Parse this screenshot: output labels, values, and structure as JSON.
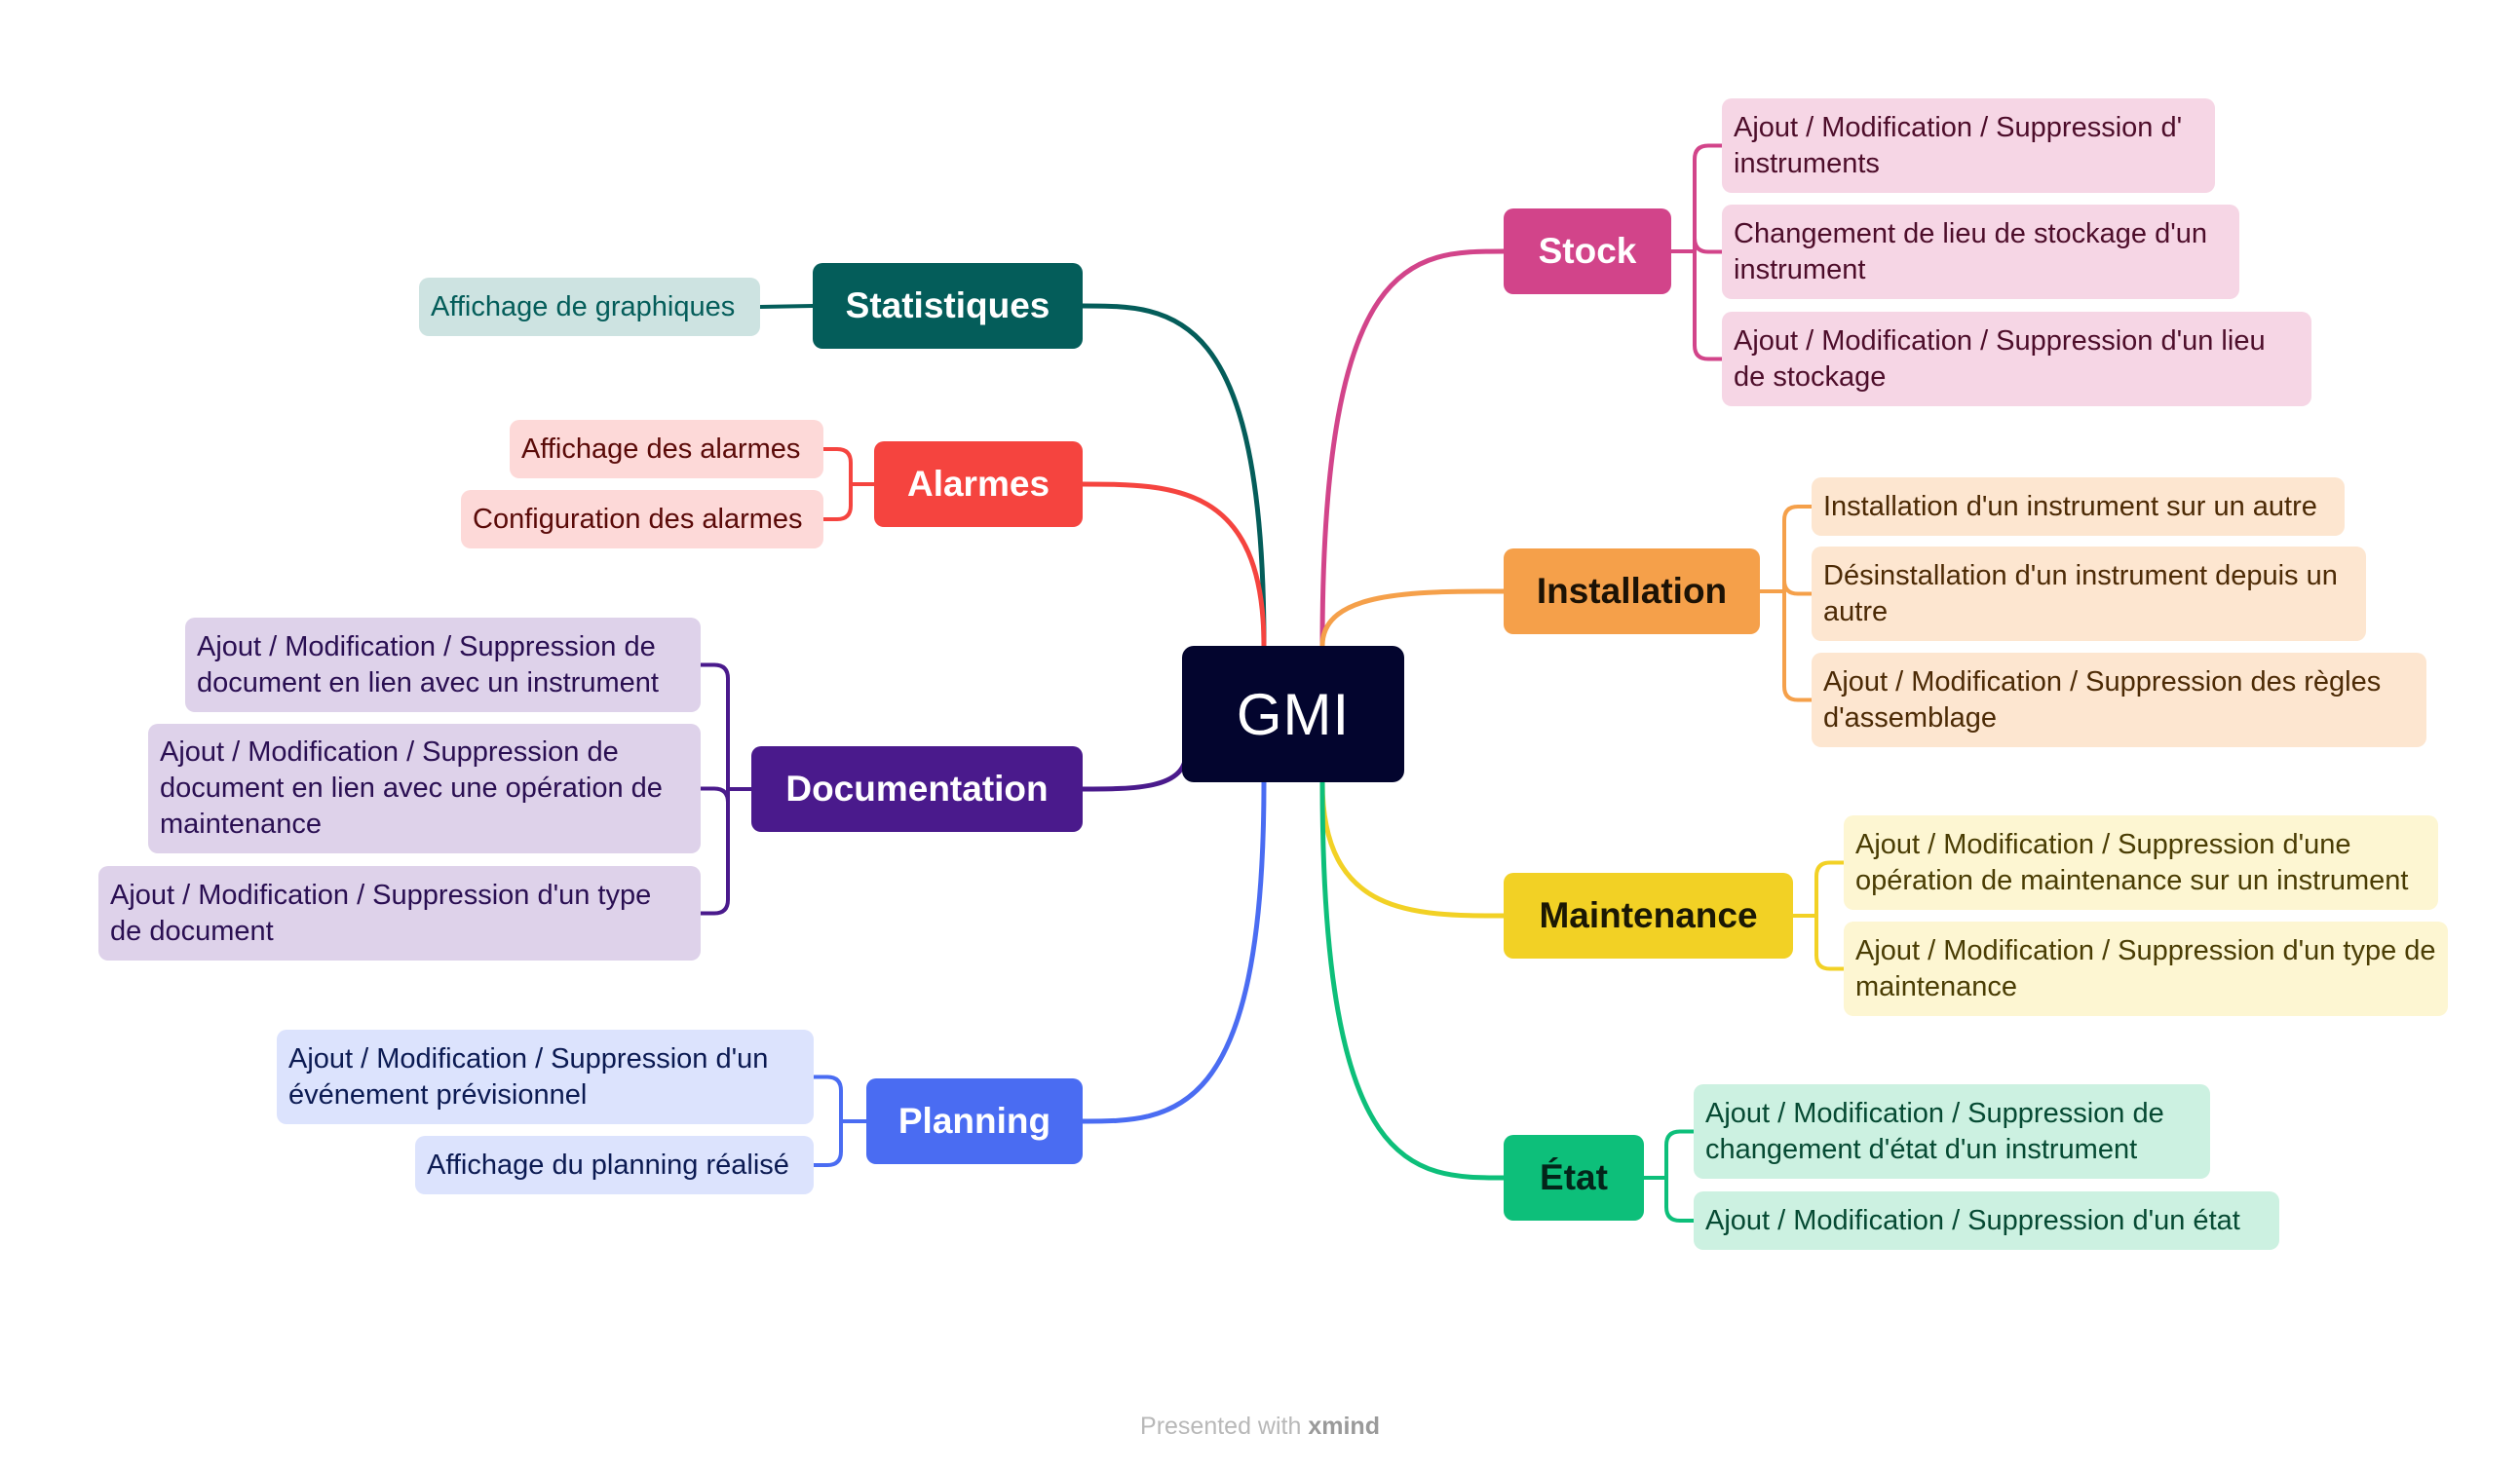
{
  "root": {
    "label": "GMI",
    "color": "#03052e"
  },
  "branches": {
    "stock": {
      "label": "Stock",
      "color": "#d2448a",
      "text_color": "#ffffff",
      "sub_bg": "#f6d6e5",
      "sub_text": "#4d0d2a",
      "items": [
        "Ajout / Modification / Suppression d' instruments",
        "Changement de lieu de stockage d'un instrument",
        "Ajout / Modification / Suppression d'un lieu de stockage"
      ]
    },
    "installation": {
      "label": "Installation",
      "color": "#f5a04a",
      "text_color": "#1c1205",
      "sub_bg": "#fde6d0",
      "sub_text": "#4c2a05",
      "items": [
        "Installation d'un instrument sur un autre",
        "Désinstallation d'un instrument depuis un autre",
        "Ajout / Modification / Suppression des règles d'assemblage"
      ]
    },
    "maintenance": {
      "label": "Maintenance",
      "color": "#f2d125",
      "text_color": "#1b1804",
      "sub_bg": "#fdf6d2",
      "sub_text": "#4a3d04",
      "items": [
        "Ajout / Modification / Suppression d'une opération de maintenance sur un instrument",
        "Ajout / Modification / Suppression d'un type de maintenance"
      ]
    },
    "etat": {
      "label": "État",
      "color": "#0dbf7a",
      "text_color": "#03251a",
      "sub_bg": "#ccf1e1",
      "sub_text": "#064a33",
      "items": [
        "Ajout / Modification / Suppression de changement d'état d'un instrument",
        "Ajout / Modification / Suppression d'un état"
      ]
    },
    "statistiques": {
      "label": "Statistiques",
      "color": "#045d5a",
      "text_color": "#ffffff",
      "sub_bg": "#cde3e1",
      "sub_text": "#045d5a",
      "items": [
        "Affichage de graphiques"
      ]
    },
    "alarmes": {
      "label": "Alarmes",
      "color": "#f5443f",
      "text_color": "#ffffff",
      "sub_bg": "#fdd9d8",
      "sub_text": "#5a0a08",
      "items": [
        "Affichage des alarmes",
        "Configuration des alarmes"
      ]
    },
    "documentation": {
      "label": "Documentation",
      "color": "#4a1a8c",
      "text_color": "#ffffff",
      "sub_bg": "#ded2ea",
      "sub_text": "#2a0f52",
      "items": [
        "Ajout / Modification / Suppression de document en lien avec un instrument",
        "Ajout / Modification / Suppression de document en lien avec une opération de maintenance",
        "Ajout / Modification / Suppression d'un type de document"
      ]
    },
    "planning": {
      "label": "Planning",
      "color": "#4a6cf2",
      "text_color": "#ffffff",
      "sub_bg": "#dce3fd",
      "sub_text": "#0b1a52",
      "items": [
        "Ajout / Modification / Suppression d'un événement prévisionnel",
        "Affichage du planning réalisé"
      ]
    }
  },
  "footer": {
    "prefix": "Presented with",
    "brand": "xmind"
  }
}
